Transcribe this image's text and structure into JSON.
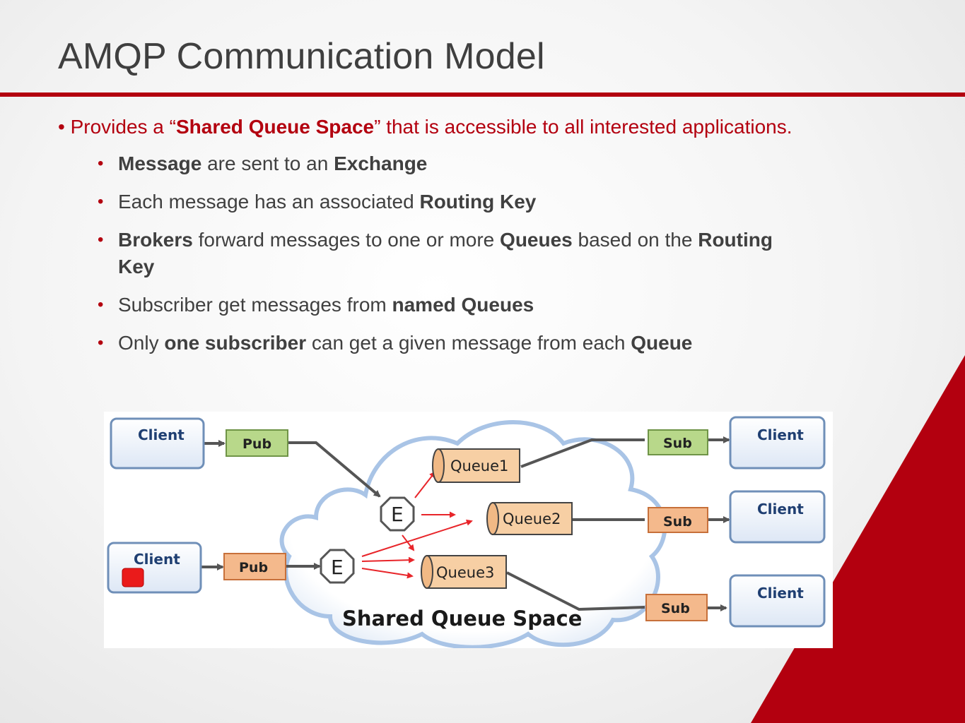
{
  "title": "AMQP Communication Model",
  "intro": {
    "lead": "• Provides a “",
    "bold": "Shared Queue Space",
    "tail": "” that is accessible to all interested applications."
  },
  "bullets": [
    [
      {
        "t": "Message",
        "b": true
      },
      {
        "t": " are sent to an ",
        "b": false
      },
      {
        "t": "Exchange",
        "b": true
      }
    ],
    [
      {
        "t": "Each message has an associated ",
        "b": false
      },
      {
        "t": "Routing Key",
        "b": true
      }
    ],
    [
      {
        "t": "Brokers",
        "b": true
      },
      {
        "t": " forward messages to one or more ",
        "b": false
      },
      {
        "t": "Queues",
        "b": true
      },
      {
        "t": " based on the ",
        "b": false
      },
      {
        "t": "Routing Key",
        "b": true
      }
    ],
    [
      {
        "t": "Subscriber get messages from ",
        "b": false
      },
      {
        "t": "named Queues",
        "b": true
      }
    ],
    [
      {
        "t": "Only ",
        "b": false
      },
      {
        "t": "one subscriber",
        "b": true
      },
      {
        "t": " can get a given message from each ",
        "b": false
      },
      {
        "t": "Queue",
        "b": true
      }
    ]
  ],
  "bullet_glyph": "•",
  "diagram": {
    "space_label": "Shared Queue Space",
    "clients": [
      "Client",
      "Client",
      "Client",
      "Client",
      "Client"
    ],
    "pubs": [
      "Pub",
      "Pub"
    ],
    "subs": [
      "Sub",
      "Sub",
      "Sub"
    ],
    "queues": [
      "Queue1",
      "Queue2",
      "Queue3"
    ],
    "exchanges": [
      "E",
      "E"
    ]
  },
  "colors": {
    "accent": "#b3000f",
    "title": "#3f3f3f",
    "body_text": "#404040",
    "green_box": "#b8d88a",
    "orange_box": "#f4b98c",
    "client_border": "#6f8fb8",
    "queue_fill": "#f7cfa4",
    "routing_arrow": "#e8252a"
  }
}
